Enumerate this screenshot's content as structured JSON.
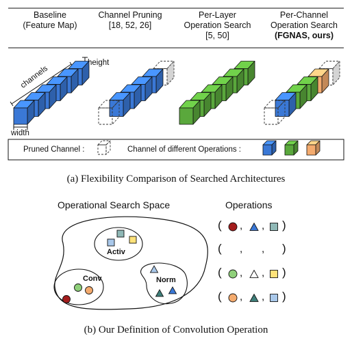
{
  "figure_a": {
    "columns": [
      {
        "line1": "Baseline",
        "line2": "(Feature Map)"
      },
      {
        "line1": "Channel Pruning",
        "line2": "[18, 52, 26]"
      },
      {
        "line1": "Per-Layer",
        "line2": "Operation Search",
        "line3": "[5, 50]"
      },
      {
        "line1": "Per-Channel",
        "line2": "Operation Search",
        "line3": "(FGNAS, ours)"
      }
    ],
    "dim_labels": {
      "channels": "channels",
      "height": "height",
      "width": "width"
    },
    "legend": {
      "pruned_label": "Pruned Channel :",
      "ops_label": "Channel of different Operations :"
    },
    "caption": "(a) Flexibility Comparison of Searched Architectures"
  },
  "figure_b": {
    "title": "Operational Search Space",
    "ops_title": "Operations",
    "groups": {
      "activ": "Activ",
      "conv": "Conv",
      "norm": "Norm"
    },
    "tuple_rows": [
      {
        "open": "(",
        "sep1": ",",
        "sep2": ",",
        "close": ")"
      },
      {
        "open": "(",
        "sep1": ",",
        "sep2": ",",
        "close": ")"
      },
      {
        "open": "(",
        "sep1": ",",
        "sep2": ",",
        "close": ")"
      },
      {
        "open": "(",
        "sep1": ",",
        "sep2": ",",
        "close": ")"
      }
    ],
    "caption": "(b) Our Definition of Convolution Operation"
  },
  "colors": {
    "blue": "#3a78d6",
    "green": "#5aa83c",
    "orange": "#f4ab6e",
    "dark_red": "#a31d1d",
    "light_green": "#8fd07a",
    "teal_dark": "#3f7f7a",
    "teal_light": "#8fb8b6",
    "light_blue": "#a9c8ea",
    "yellow": "#ffe27a"
  }
}
